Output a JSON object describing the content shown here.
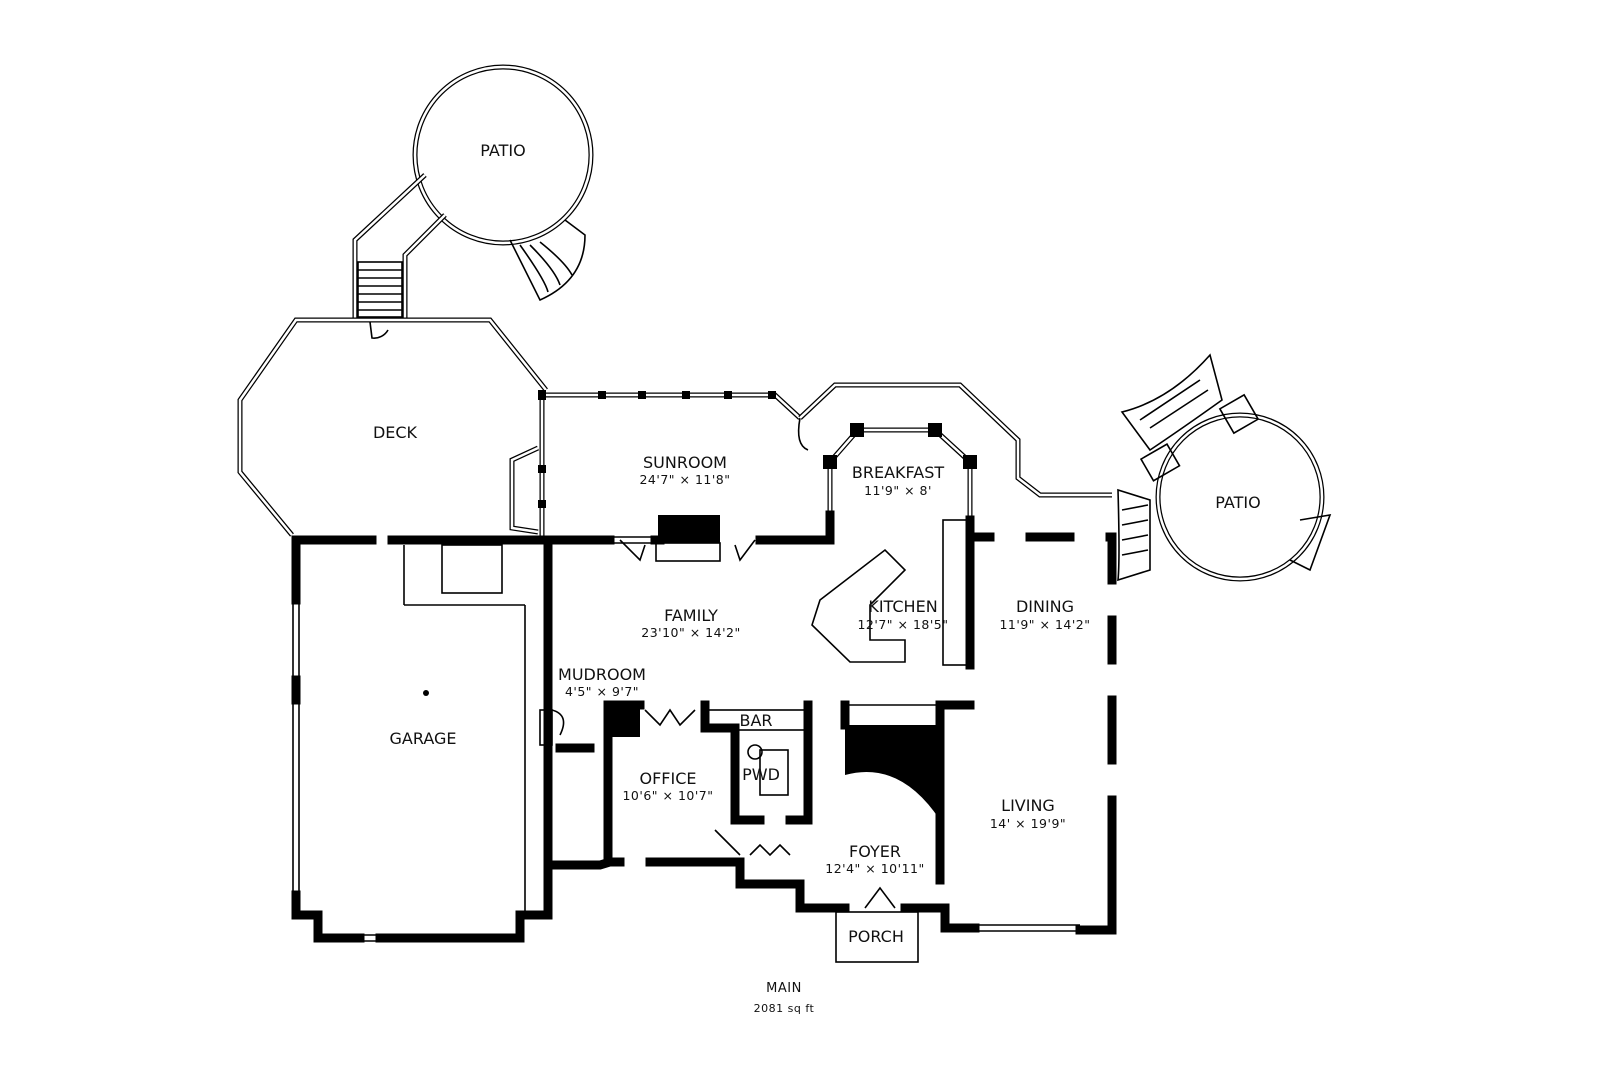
{
  "floor": {
    "name": "MAIN",
    "area": "2081 sq ft"
  },
  "rooms": [
    {
      "name": "PATIO",
      "dims": ""
    },
    {
      "name": "DECK",
      "dims": ""
    },
    {
      "name": "SUNROOM",
      "dims": "24'7\" × 11'8\""
    },
    {
      "name": "BREAKFAST",
      "dims": "11'9\" × 8'"
    },
    {
      "name": "PATIO",
      "dims": ""
    },
    {
      "name": "FAMILY",
      "dims": "23'10\" × 14'2\""
    },
    {
      "name": "KITCHEN",
      "dims": "12'7\" × 18'5\""
    },
    {
      "name": "DINING",
      "dims": "11'9\" × 14'2\""
    },
    {
      "name": "MUDROOM",
      "dims": "4'5\" × 9'7\""
    },
    {
      "name": "GARAGE",
      "dims": ""
    },
    {
      "name": "BAR",
      "dims": ""
    },
    {
      "name": "PWD",
      "dims": ""
    },
    {
      "name": "OFFICE",
      "dims": "10'6\" × 10'7\""
    },
    {
      "name": "LIVING",
      "dims": "14' × 19'9\""
    },
    {
      "name": "FOYER",
      "dims": "12'4\" × 10'11\""
    },
    {
      "name": "PORCH",
      "dims": ""
    }
  ]
}
